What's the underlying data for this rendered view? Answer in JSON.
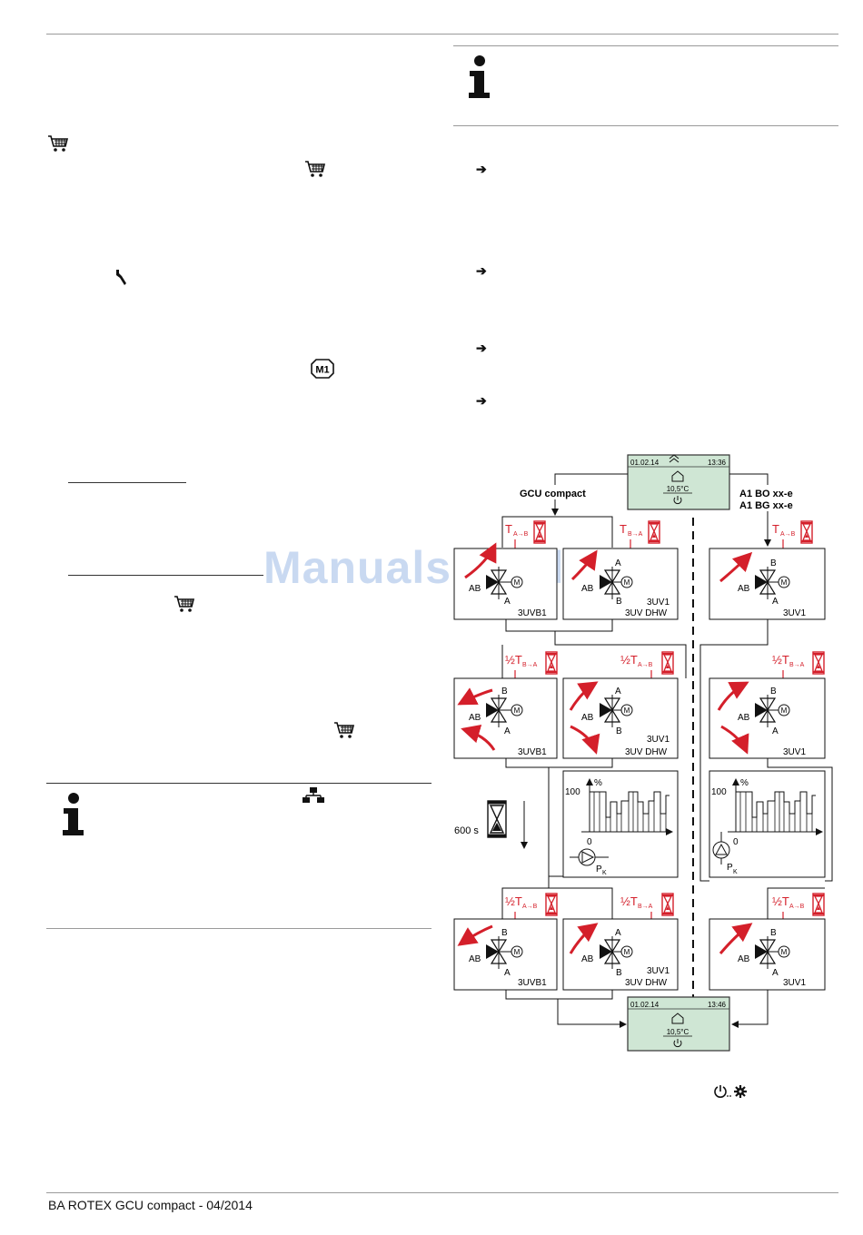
{
  "footer": {
    "text": "BA ROTEX GCU compact - 04/2014"
  },
  "watermark": "ManualsLib.de",
  "icons": {
    "cart": "shopping-cart-icon",
    "wrench": "wrench-icon",
    "info": "info-icon",
    "m1_badge": "M1",
    "arrow_bullet": "right-arrow-icon",
    "network": "network-icon",
    "power_gear": "power-gear-icon"
  },
  "diagram": {
    "display_top": {
      "date": "01.02.14",
      "time": "13:36",
      "temp": "10,5°C"
    },
    "display_bottom": {
      "date": "01.02.14",
      "time": "13:46",
      "temp": "10,5°C"
    },
    "label_left": "GCU compact",
    "label_right_1": "A1 BO xx-e",
    "label_right_2": "A1 BG xx-e",
    "timing": {
      "t_ab": "T",
      "t_ba": "T",
      "half_t": "½T",
      "sub_ab": "A→B",
      "sub_ba": "B→A"
    },
    "valve_letters": {
      "a": "A",
      "b": "B",
      "ab": "AB",
      "m": "M"
    },
    "valves": {
      "uvb1": "3UVB1",
      "uv1": "3UV1",
      "uv_dhw": "3UV DHW"
    },
    "wait_label": "600 s",
    "chart": {
      "y_label": "%",
      "y_max": "100",
      "y_zero": "0",
      "pump": "P",
      "pump_sub": "K"
    }
  }
}
